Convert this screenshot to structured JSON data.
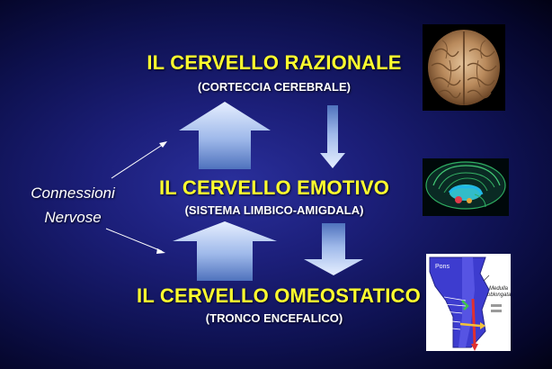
{
  "levels": {
    "top": {
      "title": "IL CERVELLO RAZIONALE",
      "subtitle": "(CORTECCIA CEREBRALE)"
    },
    "middle": {
      "title": "IL CERVELLO EMOTIVO",
      "subtitle": "(SISTEMA LIMBICO-AMIGDALA)"
    },
    "bottom": {
      "title": "IL CERVELLO OMEOSTATICO",
      "subtitle": "(TRONCO ENCEFALICO)"
    }
  },
  "side_label": {
    "line1": "Connessioni",
    "line2": "Nervose"
  },
  "brainstem_image": {
    "label_pons": "Pons",
    "label_medulla_1": "Medulla",
    "label_medulla_2": "oblongata"
  },
  "colors": {
    "title": "#ffff2e",
    "subtitle": "#ffffff",
    "background_center": "#2a2f9c",
    "background_edge": "#020214",
    "arrow_light": "#dfeaff",
    "arrow_dark": "#5a7fc8"
  },
  "icons": [
    "up-arrow-icon",
    "down-arrow-icon",
    "pointer-arrow-icon"
  ]
}
